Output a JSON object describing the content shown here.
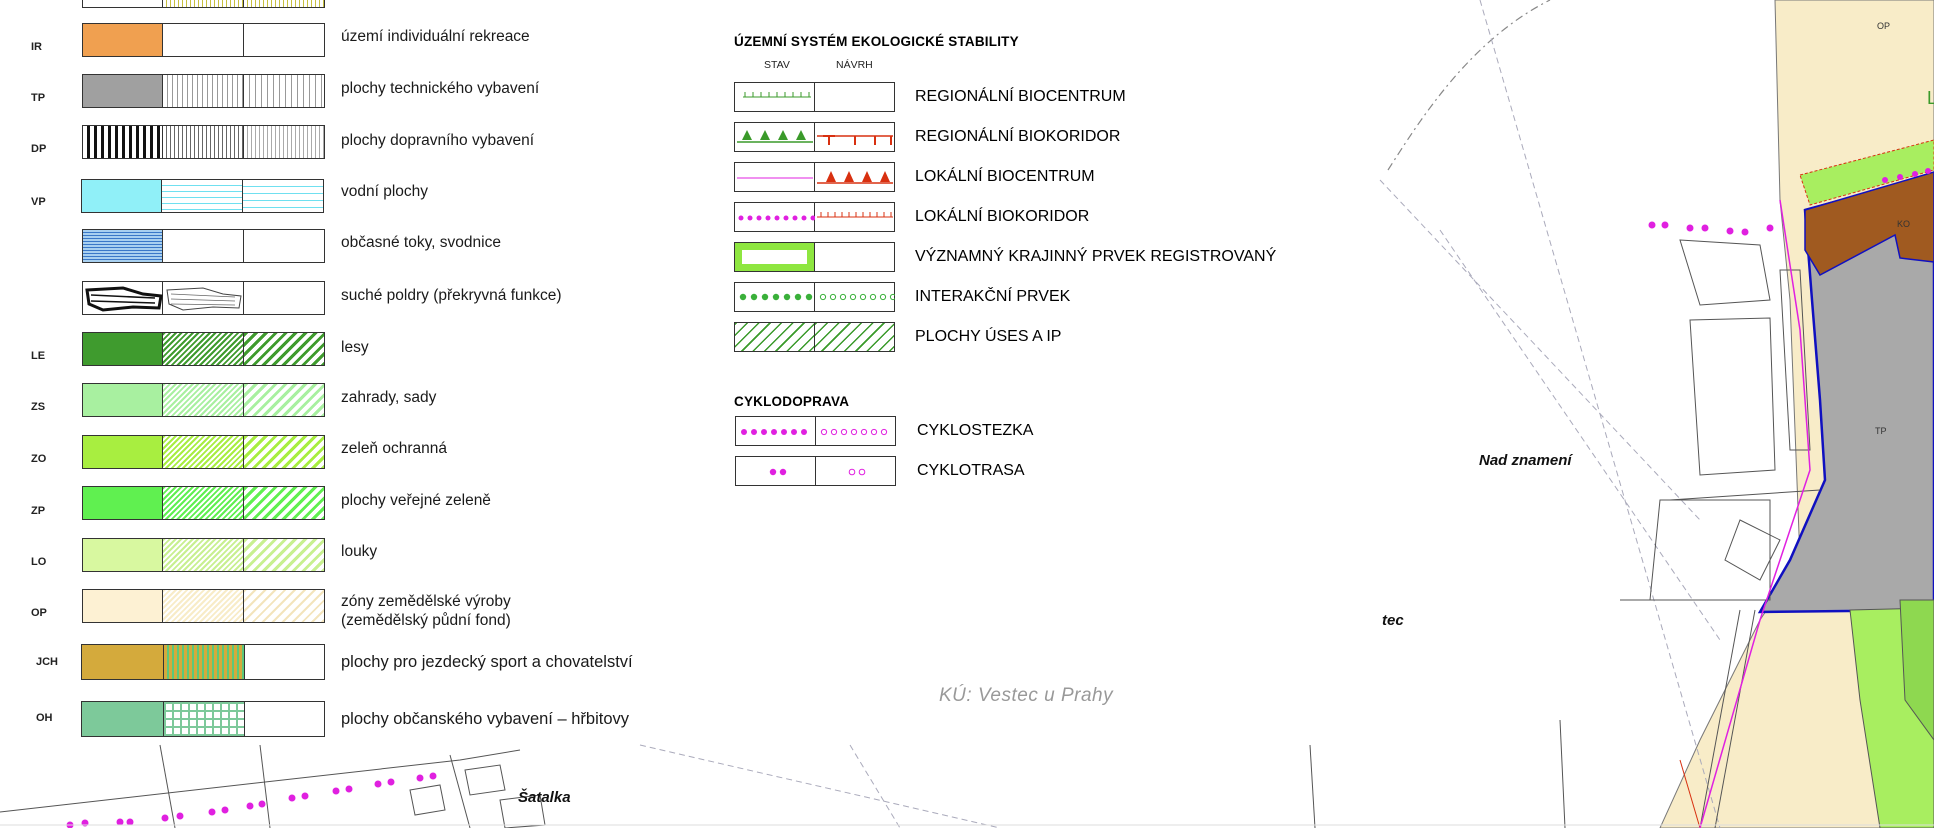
{
  "legend_left": [
    {
      "code": "IR",
      "label": "území individuální rekreace",
      "colors": [
        "#f0a050",
        "#ffffff",
        "#ffffff"
      ]
    },
    {
      "code": "TP",
      "label": "plochy technického vybavení",
      "colors": [
        "#a0a0a0",
        "#ffffff",
        "#ffffff"
      ]
    },
    {
      "code": "DP",
      "label": "plochy dopravního vybavení",
      "colors": [
        "#ffffff",
        "#ffffff",
        "#ffffff"
      ]
    },
    {
      "code": "VP",
      "label": "vodní plochy",
      "colors": [
        "#90f0f8",
        "#ffffff",
        "#ffffff"
      ]
    },
    {
      "code": "",
      "label": "občasné toky, svodnice",
      "colors": [
        "#6aa8e0",
        "#ffffff",
        "#ffffff"
      ]
    },
    {
      "code": "",
      "label": "suché poldry (překryvná funkce)",
      "colors": [
        "#ffffff",
        "#ffffff",
        "#ffffff"
      ]
    },
    {
      "code": "LE",
      "label": "lesy",
      "colors": [
        "#3f9b2e",
        "#ffffff",
        "#ffffff"
      ]
    },
    {
      "code": "ZS",
      "label": "zahrady, sady",
      "colors": [
        "#a8f0a0",
        "#ffffff",
        "#ffffff"
      ]
    },
    {
      "code": "ZO",
      "label": "zeleň ochranná",
      "colors": [
        "#a8ee40",
        "#ffffff",
        "#ffffff"
      ]
    },
    {
      "code": "ZP",
      "label": "plochy veřejné zeleně",
      "colors": [
        "#60f050",
        "#ffffff",
        "#ffffff"
      ]
    },
    {
      "code": "LO",
      "label": "louky",
      "colors": [
        "#d8f8a0",
        "#ffffff",
        "#ffffff"
      ]
    },
    {
      "code": "OP",
      "label": "zóny zemědělské výroby\n(zemědělský půdní fond)",
      "colors": [
        "#fdf1d3",
        "#ffffff",
        "#ffffff"
      ]
    },
    {
      "code": "JCH",
      "label": "plochy pro jezdecký sport a chovatelství",
      "colors": [
        "#d4aa3c",
        "#ffffff",
        "#ffffff"
      ]
    },
    {
      "code": "OH",
      "label": "plochy občanského vybavení – hřbitovy",
      "colors": [
        "#7dc99a",
        "#ffffff",
        "#ffffff"
      ]
    }
  ],
  "uses": {
    "title": "ÚZEMNÍ SYSTÉM EKOLOGICKÉ STABILITY",
    "col_stav": "STAV",
    "col_navrh": "NÁVRH",
    "items": [
      {
        "label": "REGIONÁLNÍ BIOCENTRUM"
      },
      {
        "label": "REGIONÁLNÍ BIOKORIDOR"
      },
      {
        "label": "LOKÁLNÍ BIOCENTRUM"
      },
      {
        "label": "LOKÁLNÍ BIOKORIDOR"
      },
      {
        "label": "VÝZNAMNÝ KRAJINNÝ PRVEK REGISTROVANÝ"
      },
      {
        "label": "INTERAKČNÍ PRVEK"
      },
      {
        "label": "PLOCHY ÚSES A IP"
      }
    ]
  },
  "cyklo": {
    "title": "CYKLODOPRAVA",
    "items": [
      {
        "label": "CYKLOSTEZKA"
      },
      {
        "label": "CYKLOTRASA"
      }
    ]
  },
  "map_labels": {
    "nad_znameni": "Nad znamení",
    "tec": "tec",
    "satalka": "Šatalka",
    "cadastre": "KÚ: Vestec u Prahy",
    "op": "OP",
    "ko": "KO",
    "tp": "TP",
    "l": "L"
  },
  "colors": {
    "magenta": "#e020e0",
    "red": "#d83010",
    "green": "#3a9a2a",
    "brown": "#a05a20",
    "blue_border": "#1010c0",
    "gray_area": "#a9a9a9",
    "beige": "#f8ecc8",
    "light_green": "#a8ee60"
  }
}
